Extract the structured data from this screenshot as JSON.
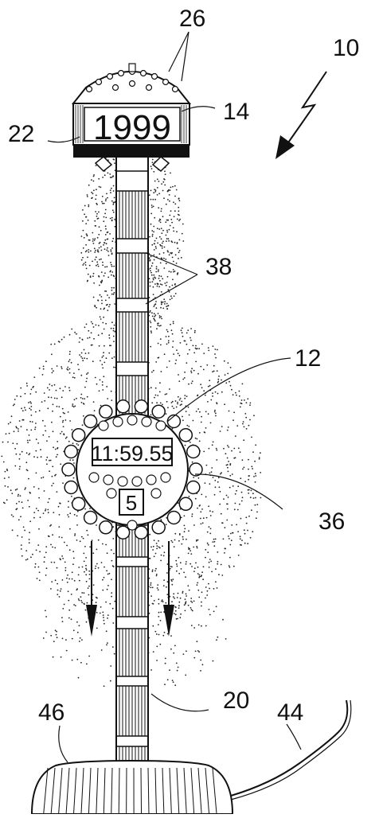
{
  "display": {
    "year": "1999",
    "time": "11:59.55",
    "count": "5"
  },
  "reference_numerals": {
    "r10": "10",
    "r12": "12",
    "r14": "14",
    "r20": "20",
    "r22": "22",
    "r26": "26",
    "r36": "36",
    "r38": "38",
    "r44": "44",
    "r46": "46"
  }
}
